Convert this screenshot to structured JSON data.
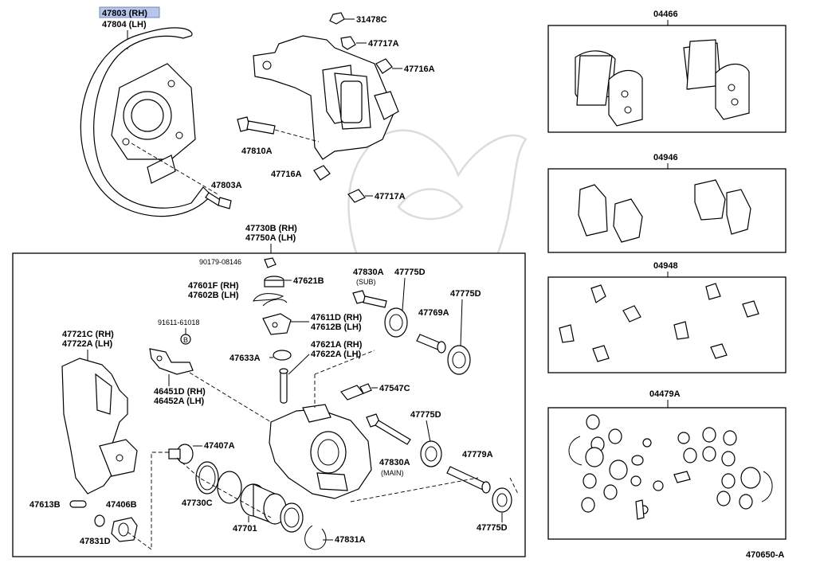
{
  "diagram": {
    "footer_code": "470650-A",
    "highlight_color": "#b7c6ec",
    "labels": {
      "shield_rh": "47803 (RH)",
      "shield_lh": "47804 (LH)",
      "bolt_31478c": "31478C",
      "clip_47717a_top": "47717A",
      "clip_47716a_top": "47716A",
      "bolt_47810a": "47810A",
      "clip_47716a_bottom": "47716A",
      "clip_47717a_bottom": "47717A",
      "screw_47803a": "47803A",
      "caliper_rh": "47730B (RH)",
      "caliper_lh": "47750A (LH)",
      "nipple_90179": "90179-08146",
      "cap_47621b": "47621B",
      "spring_rh": "47601F (RH)",
      "spring_lh": "47602B (LH)",
      "pin_bolt_sub": "47830A",
      "sub_note": "(SUB)",
      "boot_47775d_a": "47775D",
      "boot_47775d_b": "47775D",
      "plate_rh": "47611D (RH)",
      "plate_lh": "47612B (LH)",
      "bolt_91611": "91611-61018",
      "bolt_mark": "B",
      "bushing_47769a": "47769A",
      "bracket_rh": "47721C (RH)",
      "bracket_lh": "47722A (LH)",
      "cap_47633a": "47633A",
      "pin_rh": "47621A (RH)",
      "pin_lh": "47622A (LH)",
      "bleeder_47547c": "47547C",
      "lever_rh": "46451D (RH)",
      "lever_lh": "46452A (LH)",
      "boot_47775d_c": "47775D",
      "fitting_47407a": "47407A",
      "pin_bolt_main": "47830A",
      "main_note": "(MAIN)",
      "sleeve_47779a": "47779A",
      "ring_47730c": "47730C",
      "pin_47613b": "47613B",
      "sensor_47406b": "47406B",
      "piston_47701": "47701",
      "boot_47775d_d": "47775D",
      "washer_47831d": "47831D",
      "ring_47831a": "47831A"
    },
    "kits": [
      {
        "code": "04466"
      },
      {
        "code": "04946"
      },
      {
        "code": "04948"
      },
      {
        "code": "04479A"
      }
    ]
  }
}
